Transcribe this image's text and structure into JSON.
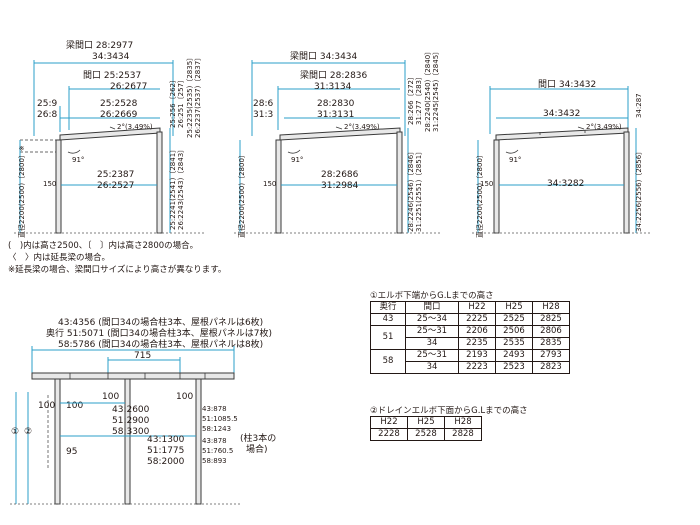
{
  "top_figures": {
    "fig1": {
      "beam_opening_lines": [
        "梁間口 28:2977",
        "34:3434"
      ],
      "opening_lines": [
        "間口 25:2537",
        "26:2677"
      ],
      "left_offset_lines": [
        "25:9",
        "26:8"
      ],
      "inner_lines": [
        "25:2528",
        "26:2669"
      ],
      "slope": "2°(3.49%)",
      "angle": "91°",
      "post_offset": "150",
      "bottom_lines": [
        "25:2387",
        "26:2527"
      ],
      "right_vertical_top": [
        "25:256〔262〕",
        "26:251〔257〕"
      ],
      "right_vertical_top_paren": [
        "25:2235(2535)〔2835〕",
        "26:2237(2537)〔2837〕"
      ],
      "right_vertical_mid": [
        "25:2241(2541)〔2841〕",
        "26:2243(2543)〔2843〕"
      ],
      "left_height": "直径2200(2500)〔2800〕※"
    },
    "fig2": {
      "beam_opening": "梁間口 34:3434",
      "beam_inner_lines": [
        "梁間口 28:2836",
        "31:3134"
      ],
      "left_offset_lines": [
        "28:6",
        "31:3"
      ],
      "inner_lines": [
        "28:2830",
        "31:3131"
      ],
      "slope": "2°(3.49%)",
      "angle": "91°",
      "post_offset": "150",
      "bottom_lines": [
        "28:2686",
        "31:2984"
      ],
      "right_vertical_top": [
        "28:266〔272〕",
        "31:277〔283〕"
      ],
      "right_vertical_top_paren": [
        "28:2240(2540)〔2840〕",
        "31:2245(2545)〔2845〕"
      ],
      "right_vertical_mid": [
        "28:2246(2546)〔2846〕",
        "31:2251(2551)〔2851〕"
      ],
      "left_height": "直径2200(2500)〔2800〕"
    },
    "fig3": {
      "opening": "間口 34:3432",
      "inner": "34:3432",
      "slope": "2°(3.49%)",
      "angle": "91°",
      "post_offset": "150",
      "bottom": "34:3282",
      "right_vertical_top": "34:287",
      "right_vertical_mid": "34:2256(2556)〔2856〕",
      "left_height": "直径2200(2500)〔2800〕"
    }
  },
  "notes": [
    "(　)内は高さ2500、〔　〕内は高さ2800の場合。",
    "〈　〉内は延長梁の場合。",
    "※延長梁の場合、梁間口サイズにより高さが異なります。"
  ],
  "side_figure": {
    "depth_lines": [
      "43:4356 (間口34の場合柱3本、屋根パネルは6枚)",
      "奥行 51:5071 (間口34の場合柱3本、屋根パネルは7枚)",
      "58:5786 (間口34の場合柱3本、屋根パネルは8枚)"
    ],
    "panel_width": "715",
    "offset_left": "100",
    "offset_left2": "100",
    "offset_mid": "100",
    "offset_right": "100",
    "span_lines": [
      "43:2600",
      "51:2900",
      "58:3300"
    ],
    "span_right": [
      "43:878",
      "51:1085.5",
      "58:1243"
    ],
    "span2_lines": [
      "43:1300",
      "51:1775",
      "58:2000"
    ],
    "span2_right": [
      "43:878",
      "51:760.5",
      "58:893"
    ],
    "offset_bottom": "95",
    "circle1": "①",
    "circle2": "②",
    "posts_note": [
      "(柱3本の",
      "場合)"
    ]
  },
  "table1": {
    "title": "①エルボ下端からG.Lまでの高さ",
    "headers": [
      "奥行",
      "間口",
      "H22",
      "H25",
      "H28"
    ],
    "rows": [
      [
        "43",
        "25〜34",
        "2225",
        "2525",
        "2825"
      ],
      [
        "51",
        "25〜31",
        "2206",
        "2506",
        "2806"
      ],
      [
        "",
        "34",
        "2235",
        "2535",
        "2835"
      ],
      [
        "58",
        "25〜31",
        "2193",
        "2493",
        "2793"
      ],
      [
        "",
        "34",
        "2223",
        "2523",
        "2823"
      ]
    ]
  },
  "table2": {
    "title": "②ドレインエルボ下面からG.Lまでの高さ",
    "headers": [
      "H22",
      "H25",
      "H28"
    ],
    "row": [
      "2228",
      "2528",
      "2828"
    ]
  }
}
